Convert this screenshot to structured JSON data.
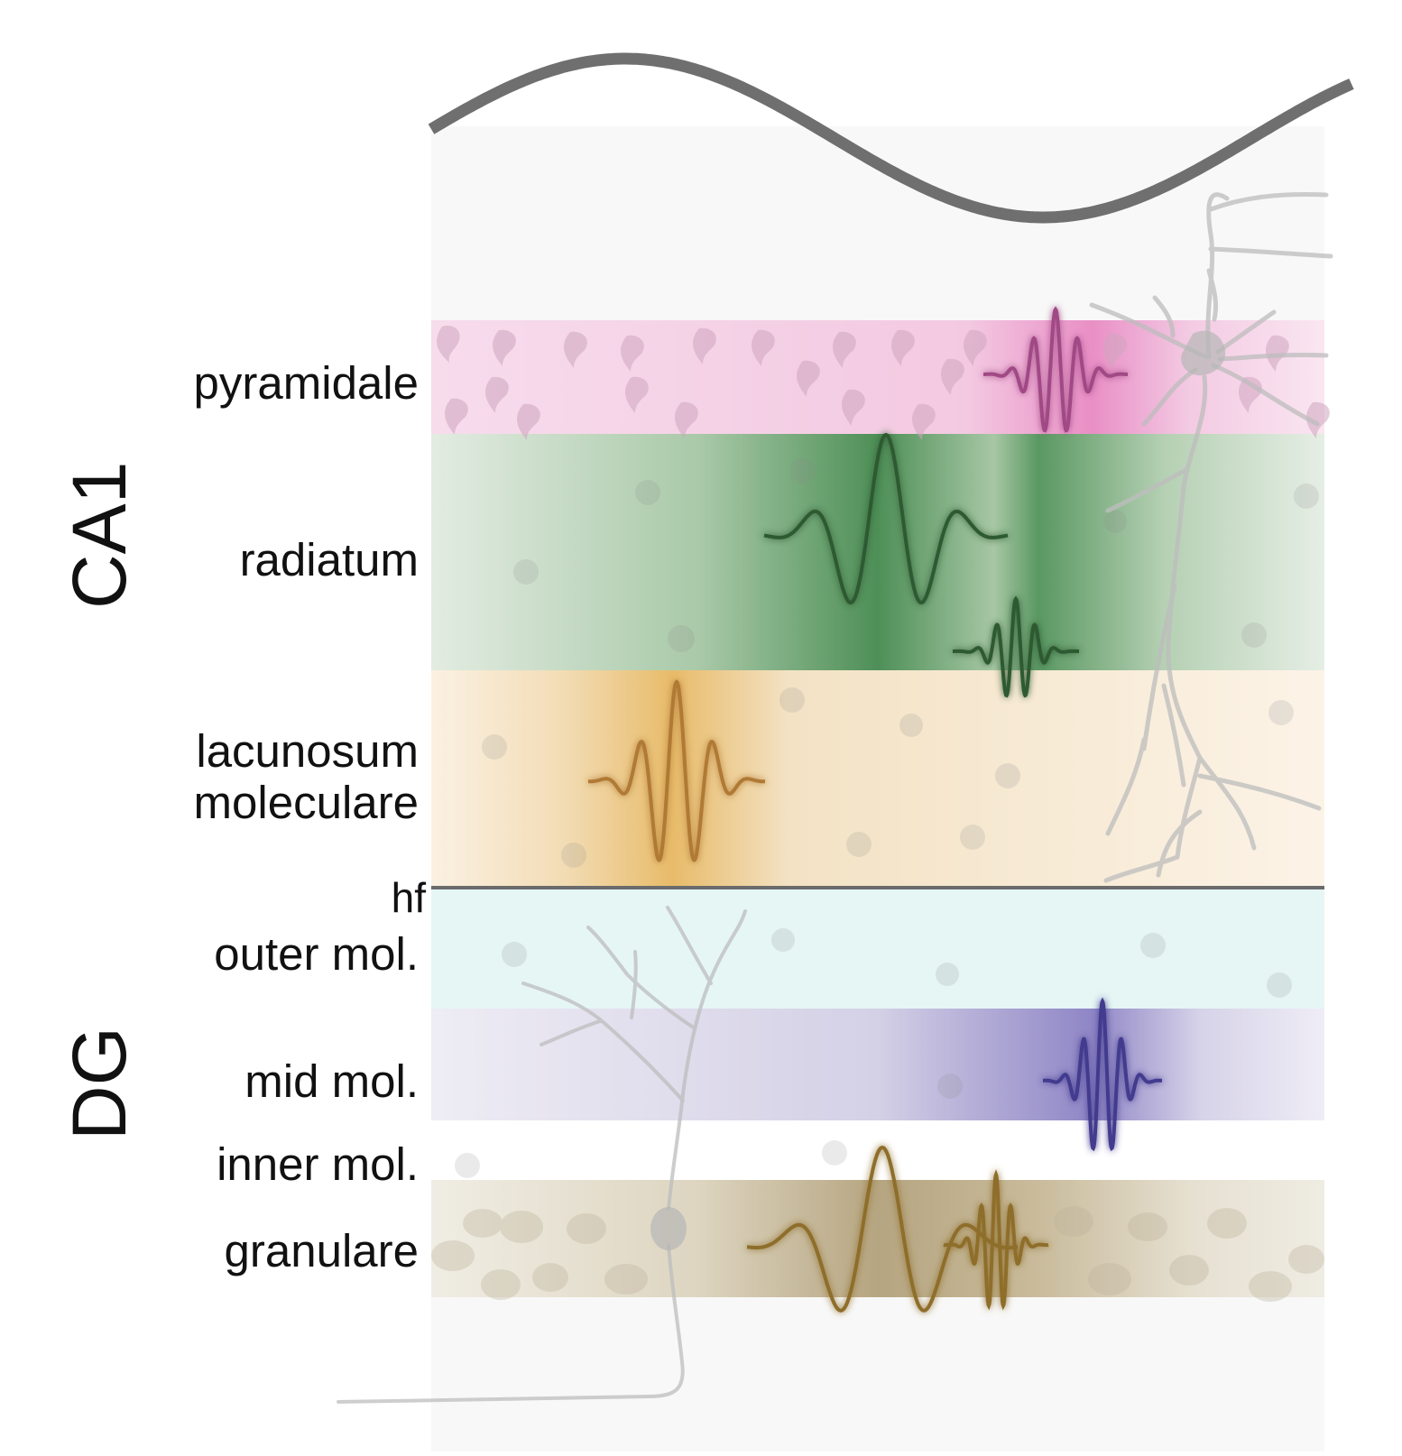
{
  "regions": {
    "ca1": "CA1",
    "dg": "DG"
  },
  "layers": {
    "pyramidale": "pyramidale",
    "radiatum": "radiatum",
    "lacunosum_1": "lacunosum",
    "lacunosum_2": "moleculare",
    "hf": "hf",
    "outer": "outer mol.",
    "mid": "mid mol.",
    "inner": "inner mol.",
    "granulare": "granulare"
  },
  "colors": {
    "theta": "#6f6f6f",
    "pyramidale": "#d96fb1",
    "radiatum": "#3f8a4f",
    "lacunosum": "#e6b562",
    "outer": "#bfe9ea",
    "mid": "#8a7fc2",
    "granulare": "#a89873",
    "wave_pyr": "#a04a85",
    "wave_rad": "#2d5a32",
    "wave_lm": "#b07a35",
    "wave_mid": "#433a8e",
    "wave_gr": "#8e6e2a",
    "neuron": "#b9b9b9"
  }
}
